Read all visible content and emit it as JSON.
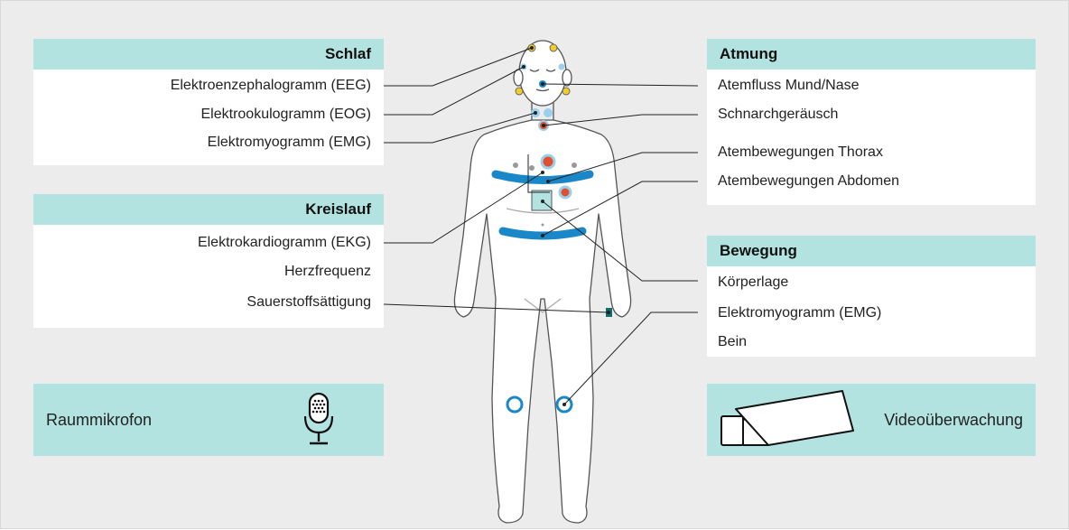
{
  "schlaf": {
    "title": "Schlaf",
    "items": [
      "Elektroenzephalogramm (EEG)",
      "Elektrookulogramm (EOG)",
      "Elektromyogramm (EMG)"
    ]
  },
  "kreislauf": {
    "title": "Kreislauf",
    "items": [
      "Elektrokardiogramm (EKG)",
      "Herzfrequenz",
      "Sauerstoffsättigung"
    ]
  },
  "atmung": {
    "title": "Atmung",
    "items": [
      "Atemfluss Mund/Nase",
      "Schnarchgeräusch",
      "Atembewegungen Thorax",
      "Atembewegungen Abdomen"
    ]
  },
  "bewegung": {
    "title": "Bewegung",
    "items": [
      "Körperlage",
      "Elektromyogramm (EMG)",
      "Bein"
    ]
  },
  "raummikrofon": {
    "label": "Raummikrofon",
    "icon": "microphone-icon"
  },
  "video": {
    "label": "Videoüberwachung",
    "icon": "video-camera-icon"
  },
  "colors": {
    "background": "#ececec",
    "header_teal": "#b2e3e1",
    "belt_blue": "#1a87c9",
    "sensor_red": "#e0502e",
    "sensor_yellow": "#f2cb2e",
    "sensor_lightblue": "#9ad0ec"
  }
}
